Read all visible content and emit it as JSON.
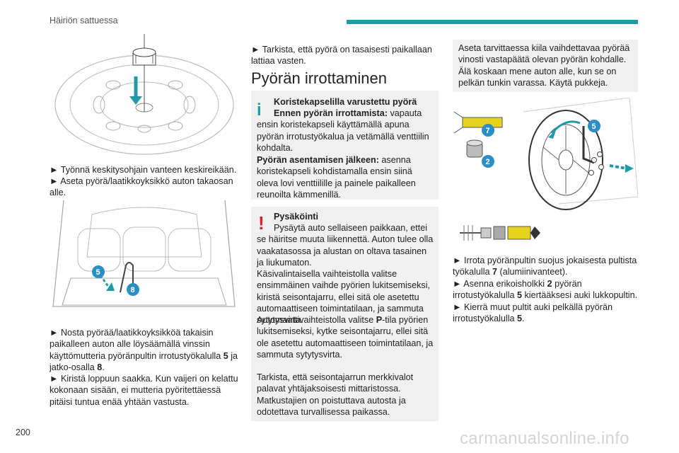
{
  "header": {
    "section": "Häiriön sattuessa"
  },
  "page_number": "200",
  "watermark": "carmanualsonline.info",
  "col1": {
    "fig1_alt": "",
    "p1": [
      "► Työnnä keskitysohjain vanteen keskireikään.",
      "► Aseta pyörä/laatikkoyksikkö auton takaosan alle."
    ],
    "fig2_labels": [
      "5",
      "8"
    ],
    "p2": [
      "► Nosta pyörää/laatikkoyksikköä takaisin paikalleen auton alle löysäämällä vinssin käyttömutteria pyöränpultin irrotustyökalulla ",
      "5",
      " ja jatko-osalla ",
      "8",
      ".",
      "► Kiristä loppuun saakka. Kun vaijeri on kelattu kokonaan sisään, ei mutteria pyöritettäessä pitäisi tuntua enää yhtään vastusta."
    ]
  },
  "col2": {
    "intro": "► Tarkista, että pyörä on tasaisesti paikallaan lattiaa vasten.",
    "heading": "Pyörän irrottaminen",
    "info": {
      "title": "Koristekapselilla varustettu pyörä",
      "l1_bold": "Ennen pyörän irrottamista:",
      "l1_rest": " vapauta ensin koristekapseli käyttämällä apuna pyörän irrotustyökalua ja vetämällä venttiilin kohdalta.",
      "l2_bold": "Pyörän asentamisen jälkeen:",
      "l2_rest": " asenna koristekapseli kohdistamalla ensin siinä oleva lovi venttiilille ja painele paikalleen reunoilta kämmenillä."
    },
    "warning": {
      "title": "Pysäköinti",
      "t1": "Pysäytä auto sellaiseen paikkaan, ettei se häiritse muuta liikennettä. Auton tulee olla vaakatasossa ja alustan on oltava tasainen ja liukumaton.",
      "t2": "Käsivalintaisella vaihteistolla valitse ensimmäinen vaihde pyörien lukitsemiseksi, kiristä seisontajarru, ellei sitä ole asetettu automaattiseen toimintatilaan, ja sammuta sytytysvirta.",
      "t3a": "Automaattivaihteistolla valitse ",
      "t3b": "P",
      "t3c": "-tila pyörien lukitsemiseksi, kytke seisontajarru, ellei sitä ole asetettu automaattiseen toimintatilaan, ja sammuta sytytysvirta.",
      "t4": "Tarkista, että seisontajarrun merkkivalot palavat yhtäjaksoisesti mittaristossa.",
      "t5": "Matkustajien on poistuttava autosta ja odotettava turvallisessa paikassa."
    }
  },
  "col3": {
    "box": "Aseta tarvittaessa kiila vaihdettavaa pyörää vinosti vastapäätä olevan pyörän kohdalle. Älä koskaan mene auton alle, kun se on pelkän tunkin varassa. Käytä pukkeja.",
    "fig_labels": [
      "7",
      "5",
      "2"
    ],
    "p1a": "► Irrota pyöränpultin suojus jokaisesta pultista työkalulla ",
    "p1b": "7",
    "p1c": " (alumiinivanteet).",
    "p2a": "► Asenna erikoisholkki ",
    "p2b": "2",
    "p2c": " pyörän irrotustyökalulla ",
    "p2d": "5",
    "p2e": " kiertääksesi auki lukkopultin.",
    "p3a": "► Kierrä muut pultit auki pelkällä pyörän irrotustyökalulla ",
    "p3b": "5",
    "p3c": "."
  },
  "colors": {
    "accent": "#1f9aa6",
    "tag_blue": "#2a8fc4",
    "warning": "#d8202c",
    "box_bg": "#f0f0f0"
  }
}
